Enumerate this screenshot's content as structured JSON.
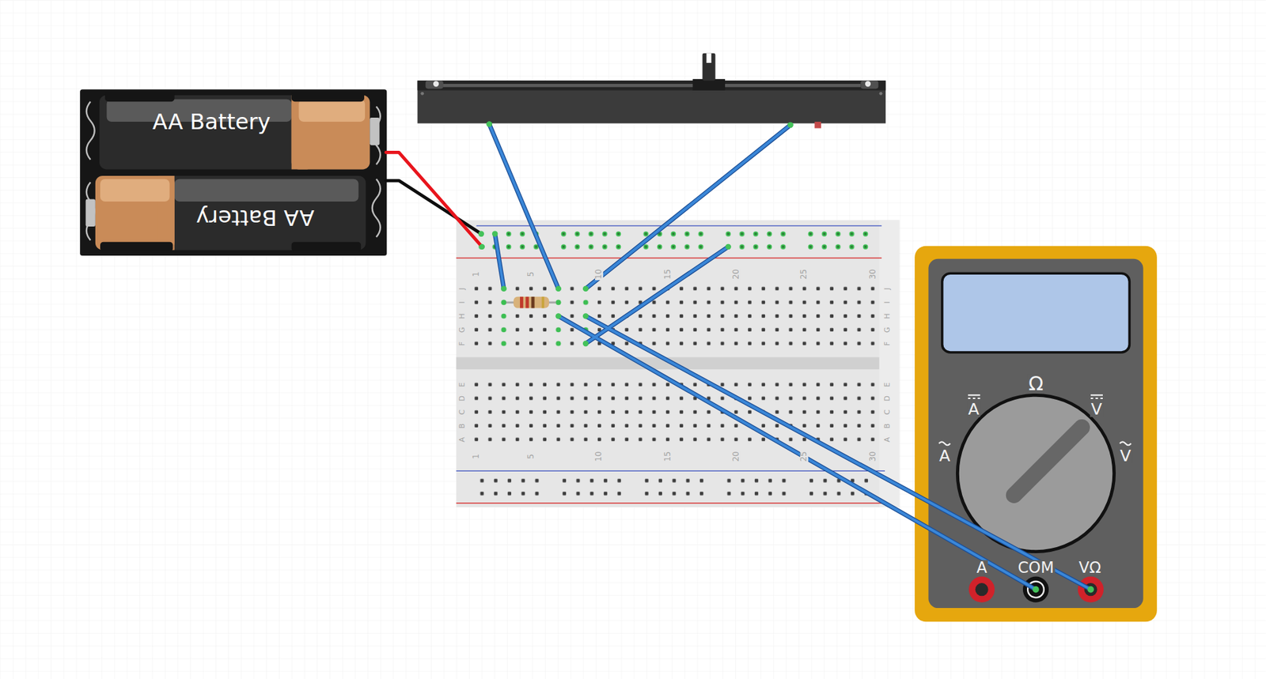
{
  "diagram": {
    "nodes": [
      {
        "text": [
          "AA Battery"
        ]
      },
      {
        "text": [
          "AA Battery"
        ]
      }
    ],
    "labels": [
      "1",
      "5",
      "10",
      "15",
      "20",
      "25",
      "30",
      "1",
      "5",
      "10",
      "15",
      "20",
      "25",
      "30",
      "J",
      "I",
      "H",
      "G",
      "F",
      "J",
      "I",
      "H",
      "G",
      "F",
      "E",
      "D",
      "C",
      "B",
      "A",
      "E",
      "D",
      "C",
      "B",
      "A",
      "Ω",
      "A",
      "V",
      "A",
      "V",
      "A",
      "COM",
      "VΩ"
    ]
  }
}
